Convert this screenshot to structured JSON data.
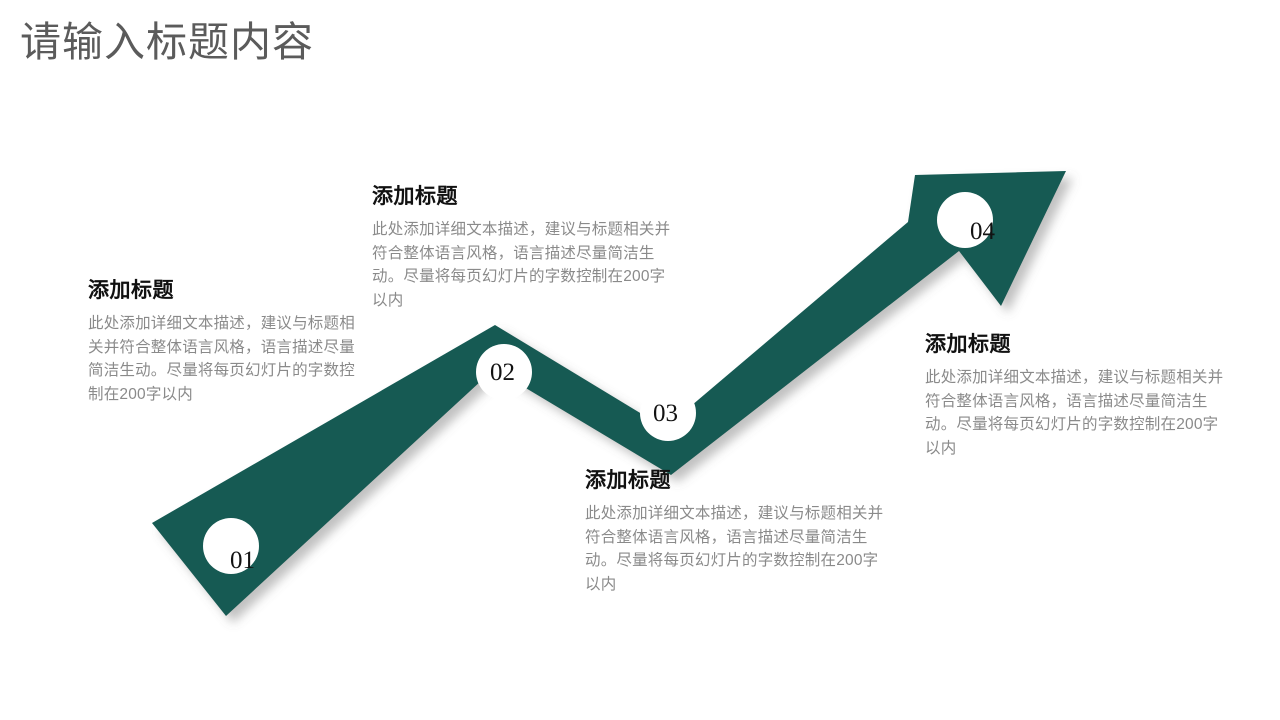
{
  "slide": {
    "title": "请输入标题内容",
    "background_color": "#ffffff",
    "title_color": "#5b5b5b",
    "accent_color": "#135a53",
    "body_text_color": "#8a8a8a",
    "heading_text_color": "#111111",
    "badge_fill_color": "#ffffff",
    "badge_text_color": "#121212"
  },
  "steps": [
    {
      "number": "01",
      "heading": "添加标题",
      "body": "此处添加详细文本描述，建议与标题相关并符合整体语言风格，语言描述尽量简洁生动。尽量将每页幻灯片的字数控制在200字以内"
    },
    {
      "number": "02",
      "heading": "添加标题",
      "body": "此处添加详细文本描述，建议与标题相关并符合整体语言风格，语言描述尽量简洁生动。尽量将每页幻灯片的字数控制在200字以内"
    },
    {
      "number": "03",
      "heading": "添加标题",
      "body": "此处添加详细文本描述，建议与标题相关并符合整体语言风格，语言描述尽量简洁生动。尽量将每页幻灯片的字数控制在200字以内"
    },
    {
      "number": "04",
      "heading": "添加标题",
      "body": "此处添加详细文本描述，建议与标题相关并符合整体语言风格，语言描述尽量简洁生动。尽量将每页幻灯片的字数控制在200字以内"
    }
  ],
  "graphic": {
    "name": "rising-zigzag-arrow",
    "description": "上升折线箭头"
  }
}
